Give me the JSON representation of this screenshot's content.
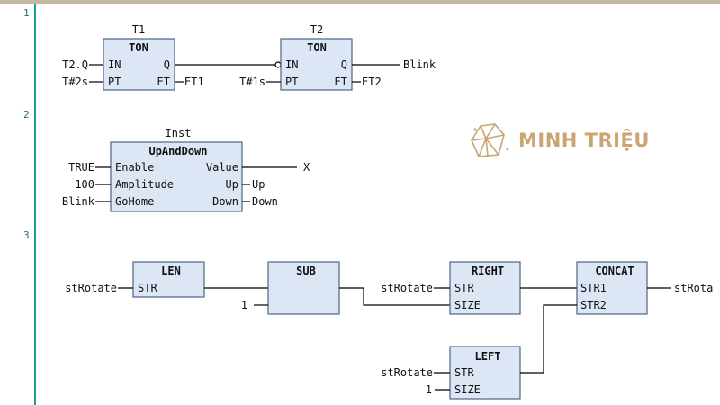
{
  "networks": [
    "1",
    "2",
    "3"
  ],
  "logo": {
    "text": "MINH TRIỆU",
    "color": "#c9a572"
  },
  "net1": {
    "t1": {
      "instance": "T1",
      "type": "TON",
      "pin_in": "IN",
      "pin_pt": "PT",
      "pin_q": "Q",
      "pin_et": "ET",
      "in_var": "T2.Q",
      "pt_var": "T#2s",
      "et_var": "ET1"
    },
    "t2": {
      "instance": "T2",
      "type": "TON",
      "pin_in": "IN",
      "pin_pt": "PT",
      "pin_q": "Q",
      "pin_et": "ET",
      "pt_var": "T#1s",
      "q_var": "Blink",
      "et_var": "ET2"
    }
  },
  "net2": {
    "inst": {
      "instance": "Inst",
      "type": "UpAndDown",
      "pin_enable": "Enable",
      "pin_amplitude": "Amplitude",
      "pin_gohome": "GoHome",
      "pin_value": "Value",
      "pin_up": "Up",
      "pin_down": "Down",
      "enable_var": "TRUE",
      "amplitude_var": "100",
      "gohome_var": "Blink",
      "value_var": "X",
      "up_var": "Up",
      "down_var": "Down"
    }
  },
  "net3": {
    "len": {
      "type": "LEN",
      "pin_str": "STR",
      "str_var": "stRotate"
    },
    "sub": {
      "type": "SUB",
      "in2_var": "1"
    },
    "right": {
      "type": "RIGHT",
      "pin_str": "STR",
      "pin_size": "SIZE",
      "str_var": "stRotate"
    },
    "concat": {
      "type": "CONCAT",
      "pin_str1": "STR1",
      "pin_str2": "STR2",
      "out_var": "stRota"
    },
    "left": {
      "type": "LEFT",
      "pin_str": "STR",
      "pin_size": "SIZE",
      "str_var": "stRotate",
      "size_var": "1"
    }
  }
}
